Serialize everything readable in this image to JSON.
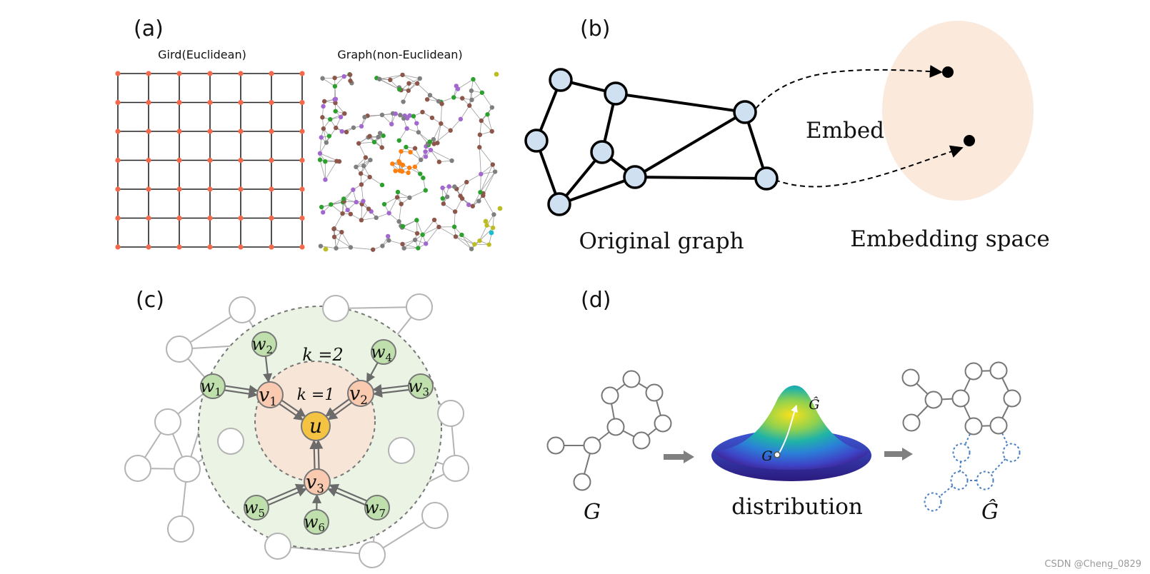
{
  "panel_a": {
    "label": "(a)",
    "grid_title": "Gird(Euclidean)",
    "graph_title": "Graph(non-Euclidean)"
  },
  "panel_b": {
    "label": "(b)",
    "embed": "Embed",
    "original_graph": "Original graph",
    "embedding_space": "Embedding space"
  },
  "panel_c": {
    "label": "(c)",
    "k2": "k =2",
    "k1": "k =1",
    "center": "u",
    "v_nodes": [
      {
        "base": "v",
        "sub": "1"
      },
      {
        "base": "v",
        "sub": "2"
      },
      {
        "base": "v",
        "sub": "3"
      }
    ],
    "w_nodes": [
      {
        "base": "w",
        "sub": "1"
      },
      {
        "base": "w",
        "sub": "2"
      },
      {
        "base": "w",
        "sub": "3"
      },
      {
        "base": "w",
        "sub": "4"
      },
      {
        "base": "w",
        "sub": "5"
      },
      {
        "base": "w",
        "sub": "6"
      },
      {
        "base": "w",
        "sub": "7"
      }
    ]
  },
  "panel_d": {
    "label": "(d)",
    "g_label": "G",
    "distribution": "distribution",
    "ghat_label": "Ĝ",
    "surface_g": "G",
    "surface_ghat": "Ĝ"
  },
  "watermark": "CSDN @Cheng_0829",
  "colors": {
    "grid_node": "#f4694b",
    "graph_purple": "#a368cf",
    "graph_green": "#2ca02c",
    "graph_orange": "#ff7f0e",
    "graph_brown": "#8c564b",
    "graph_gray": "#7f7f7f",
    "graph_olive": "#bcbd22",
    "graph_cyan": "#17becf",
    "graph_blue": "#1f77b4",
    "node_blue": "#cfe0f1",
    "embed_blob": "#fbe9dc",
    "u_node": "#f5c342",
    "v_node": "#f9c9b0",
    "w_node": "#bfe0ad",
    "outer_region": "#eaf3e4",
    "inner_region": "#f7e6d8",
    "dashed_blue": "#4a7fc0"
  }
}
